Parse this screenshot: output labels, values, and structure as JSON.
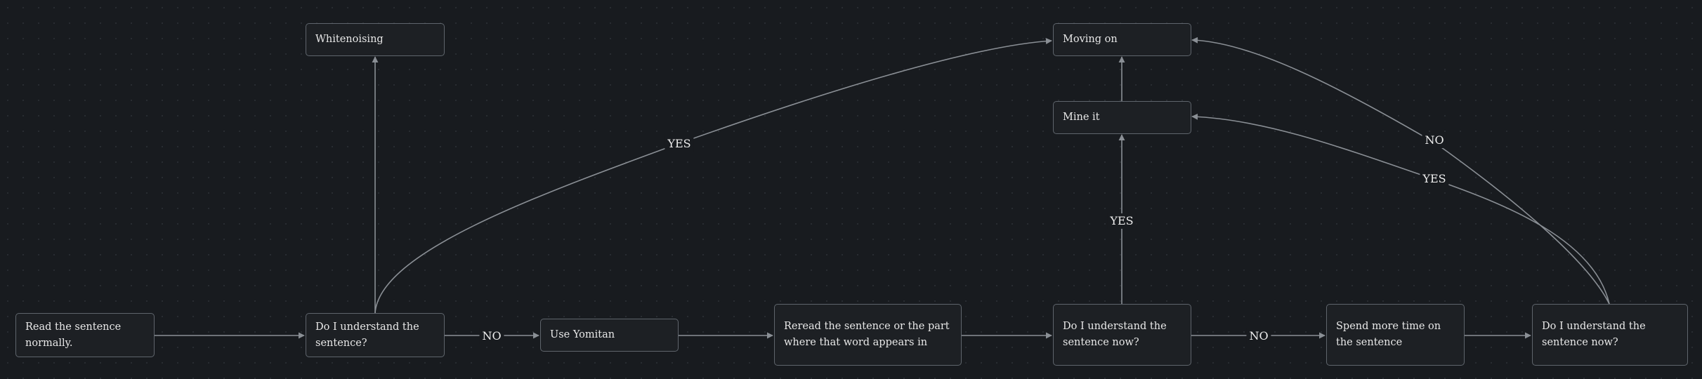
{
  "diagram": {
    "nodes": {
      "read": "Read the sentence normally.",
      "understand1": "Do I understand the sentence?",
      "whitenoising": "Whitenoising",
      "yomitan": "Use Yomitan",
      "reread": "Reread the sentence or the part where that word appears in",
      "understand2": "Do I understand the sentence now?",
      "mine": "Mine it",
      "moving_on": "Moving on",
      "spend_time": "Spend more time on the sentence",
      "understand3": "Do I understand the sentence now?"
    },
    "edge_labels": {
      "u1_no": "NO",
      "u1_yes": "YES",
      "u2_yes": "YES",
      "u2_no": "NO",
      "u3_no": "NO",
      "u3_yes": "YES"
    },
    "colors": {
      "background": "#181b1f",
      "node_fill": "#1d2024",
      "node_border": "#5f656c",
      "edge": "#8a8f95",
      "text": "#e8e8e8"
    }
  }
}
